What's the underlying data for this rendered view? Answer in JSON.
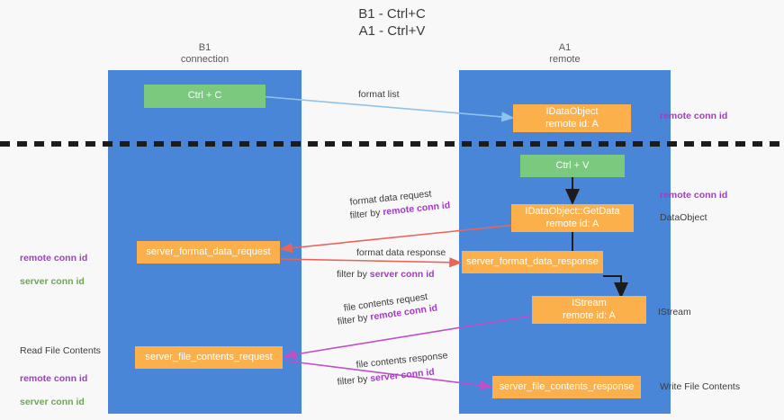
{
  "title": "B1 - Ctrl+C\nA1 - Ctrl+V",
  "columns": [
    {
      "id": "b1",
      "header": "B1\nconnection"
    },
    {
      "id": "a1",
      "header": "A1\nremote"
    }
  ],
  "nodes": {
    "ctrl_c": "Ctrl + C",
    "idataobject": "IDataObject\nremote id: A",
    "ctrl_v": "Ctrl + V",
    "getdata": "IDataObject::GetData\nremote id: A",
    "server_format_data_request": "server_format_data_request",
    "server_format_data_response": "server_format_data_response",
    "istream": "IStream\nremote id: A",
    "server_file_contents_request": "server_file_contents_request",
    "server_file_contents_response": "server_file_contents_response"
  },
  "edges": {
    "format_list": "format list",
    "format_data_request": "format data request",
    "format_data_request_filter_prefix": "filter by ",
    "format_data_request_filter_key": "remote conn id",
    "format_data_response": "format data response",
    "format_data_response_filter_prefix": "filter by ",
    "format_data_response_filter_key": "server conn id",
    "file_contents_request": "file contents request",
    "file_contents_request_filter_prefix": "filter by ",
    "file_contents_request_filter_key": "remote conn id",
    "file_contents_response": "file contents response",
    "file_contents_response_filter_prefix": "filter by ",
    "file_contents_response_filter_key": "server conn id"
  },
  "annotations": {
    "right_remote_conn_id_top": "remote conn id",
    "right_remote_conn_id_mid": "remote conn id",
    "right_dataobject": "DataObject",
    "right_istream": "IStream",
    "right_write_file_contents": "Write File Contents",
    "left_remote_conn_id": "remote conn id",
    "left_server_conn_id": "server conn id",
    "left_read_file_contents": "Read File Contents",
    "left_remote_conn_id_2": "remote conn id",
    "left_server_conn_id_2": "server conn id"
  },
  "colors": {
    "lane": "#4a86d8",
    "green_node": "#7bc97f",
    "orange_node": "#fbb04c",
    "purple_key": "#a23bc4",
    "green_key": "#6aa84f",
    "edge_blue": "#8fc3ea",
    "edge_red": "#e8645a",
    "edge_magenta": "#c14fc6",
    "edge_black": "#1c1c1c"
  }
}
